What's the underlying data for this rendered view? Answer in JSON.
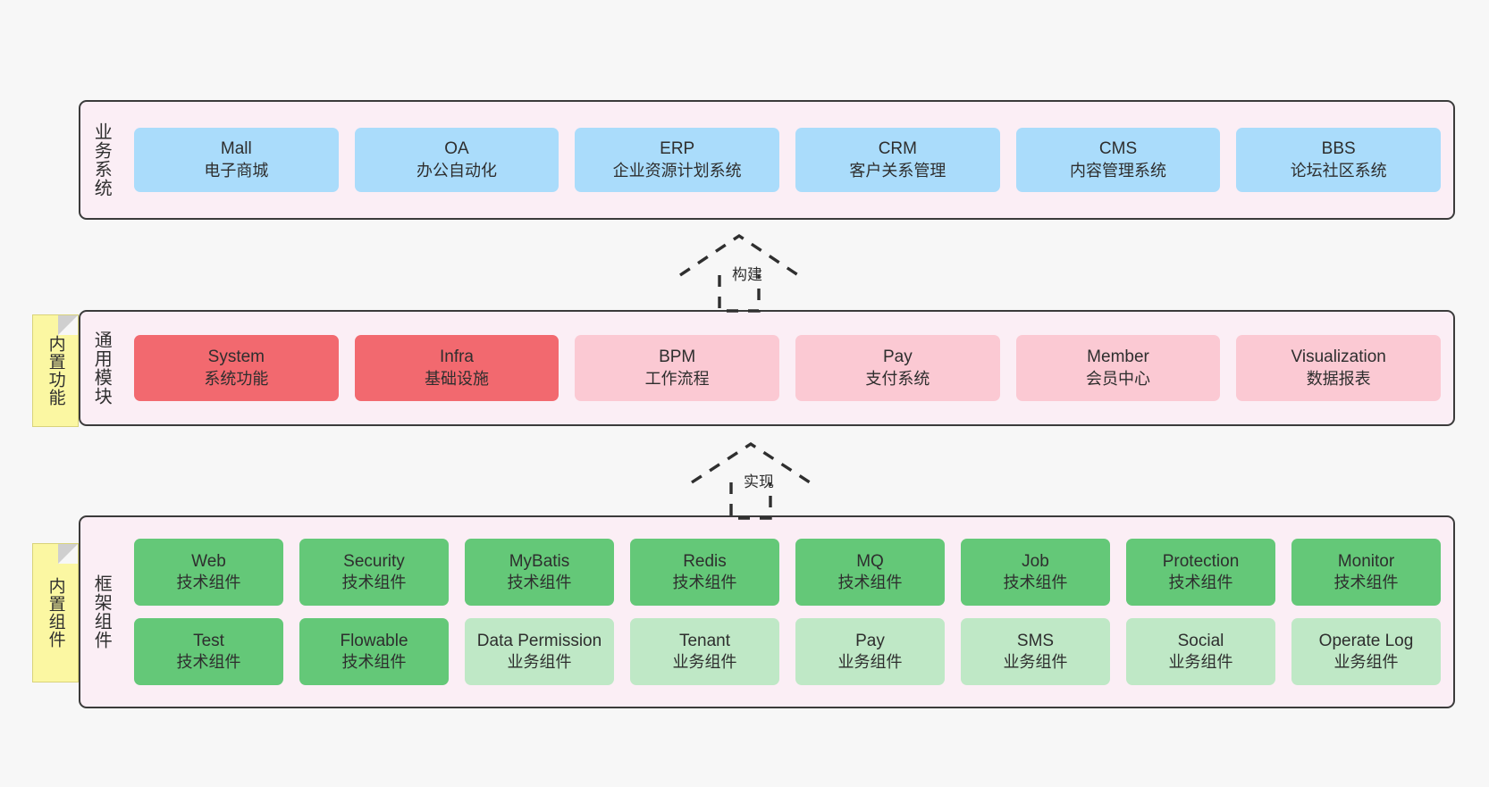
{
  "layers": [
    {
      "key": "business",
      "title": "业务系统",
      "rows": [
        [
          {
            "en": "Mall",
            "cn": "电子商城",
            "color": "blue"
          },
          {
            "en": "OA",
            "cn": "办公自动化",
            "color": "blue"
          },
          {
            "en": "ERP",
            "cn": "企业资源计划系统",
            "color": "blue"
          },
          {
            "en": "CRM",
            "cn": "客户关系管理",
            "color": "blue"
          },
          {
            "en": "CMS",
            "cn": "内容管理系统",
            "color": "blue"
          },
          {
            "en": "BBS",
            "cn": "论坛社区系统",
            "color": "blue"
          }
        ]
      ]
    },
    {
      "key": "common",
      "title": "通用模块",
      "rows": [
        [
          {
            "en": "System",
            "cn": "系统功能",
            "color": "red"
          },
          {
            "en": "Infra",
            "cn": "基础设施",
            "color": "red"
          },
          {
            "en": "BPM",
            "cn": "工作流程",
            "color": "pink"
          },
          {
            "en": "Pay",
            "cn": "支付系统",
            "color": "pink"
          },
          {
            "en": "Member",
            "cn": "会员中心",
            "color": "pink"
          },
          {
            "en": "Visualization",
            "cn": "数据报表",
            "color": "pink"
          }
        ]
      ]
    },
    {
      "key": "framework",
      "title": "框架组件",
      "rows": [
        [
          {
            "en": "Web",
            "cn": "技术组件",
            "color": "green"
          },
          {
            "en": "Security",
            "cn": "技术组件",
            "color": "green"
          },
          {
            "en": "MyBatis",
            "cn": "技术组件",
            "color": "green"
          },
          {
            "en": "Redis",
            "cn": "技术组件",
            "color": "green"
          },
          {
            "en": "MQ",
            "cn": "技术组件",
            "color": "green"
          },
          {
            "en": "Job",
            "cn": "技术组件",
            "color": "green"
          },
          {
            "en": "Protection",
            "cn": "技术组件",
            "color": "green"
          },
          {
            "en": "Monitor",
            "cn": "技术组件",
            "color": "green"
          }
        ],
        [
          {
            "en": "Test",
            "cn": "技术组件",
            "color": "green"
          },
          {
            "en": "Flowable",
            "cn": "技术组件",
            "color": "green"
          },
          {
            "en": "Data Permission",
            "cn": "业务组件",
            "color": "greenlight"
          },
          {
            "en": "Tenant",
            "cn": "业务组件",
            "color": "greenlight"
          },
          {
            "en": "Pay",
            "cn": "业务组件",
            "color": "greenlight"
          },
          {
            "en": "SMS",
            "cn": "业务组件",
            "color": "greenlight"
          },
          {
            "en": "Social",
            "cn": "业务组件",
            "color": "greenlight"
          },
          {
            "en": "Operate Log",
            "cn": "业务组件",
            "color": "greenlight"
          }
        ]
      ]
    }
  ],
  "notes": [
    {
      "key": "common",
      "text": "内置功能"
    },
    {
      "key": "framework",
      "text": "内置组件"
    }
  ],
  "arrows": [
    {
      "key": "build",
      "label": "构建"
    },
    {
      "key": "impl",
      "label": "实现"
    }
  ],
  "colors": {
    "blue": "#aadcfb",
    "red": "#f2696f",
    "pink": "#fbc9d3",
    "green": "#64c878",
    "green_light": "#bfe8c6",
    "layer_background": "#fbeef5",
    "layer_border": "#3b3b3b",
    "note_background": "#fbf7a2",
    "canvas": "#f7f7f7"
  }
}
